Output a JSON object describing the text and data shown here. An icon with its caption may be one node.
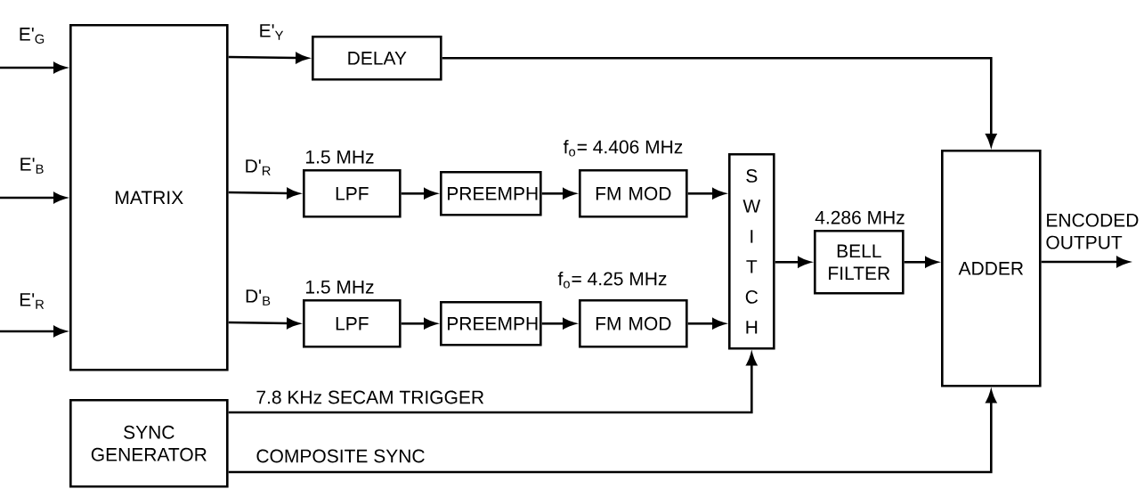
{
  "diagram": {
    "nodes": [
      {
        "text": [
          "MATRIX"
        ]
      },
      {
        "text": [
          "DELAY"
        ]
      },
      {
        "text": [
          "LPF"
        ],
        "beside": [
          "1.5 MHz"
        ]
      },
      {
        "text": [
          "PREEMPH"
        ]
      },
      {
        "text": [
          "FM MOD"
        ],
        "beside": [
          "f$_{o}$= 4.406 MHz"
        ]
      },
      {
        "text": [
          "LPF"
        ],
        "beside": [
          "1.5 MHz"
        ]
      },
      {
        "text": [
          "PREEMPH"
        ]
      },
      {
        "text": [
          "FM MOD"
        ],
        "beside": [
          "f$_{o}$= 4.25 MHz"
        ]
      },
      {
        "text": [
          "SWITCH"
        ]
      },
      {
        "text": [
          "BELL FILTER"
        ],
        "beside": [
          "4.286 MHz"
        ]
      },
      {
        "text": [
          "ADDER"
        ]
      },
      {
        "text": [
          "SYNC GENERATOR"
        ]
      }
    ],
    "edges": [
      {
        "from": null,
        "to": 0,
        "arrow": "to",
        "label": "E'$_{G}$"
      },
      {
        "from": null,
        "to": 0,
        "arrow": "to",
        "label": "E'$_{B}$"
      },
      {
        "from": null,
        "to": 0,
        "arrow": "to",
        "label": "E'$_{R}$"
      },
      {
        "from": 0,
        "to": 1,
        "arrow": "to",
        "label": "E'$_{Y}$"
      },
      {
        "from": 1,
        "to": 10,
        "arrow": "to"
      },
      {
        "from": 0,
        "to": 2,
        "arrow": "to",
        "label": "D'$_{R}$"
      },
      {
        "from": 2,
        "to": 3,
        "arrow": "to"
      },
      {
        "from": 3,
        "to": 4,
        "arrow": "to"
      },
      {
        "from": 4,
        "to": 8,
        "arrow": "to"
      },
      {
        "from": 0,
        "to": 5,
        "arrow": "to",
        "label": "D'$_{B}$"
      },
      {
        "from": 5,
        "to": 6,
        "arrow": "to"
      },
      {
        "from": 6,
        "to": 7,
        "arrow": "to"
      },
      {
        "from": 7,
        "to": 8,
        "arrow": "to"
      },
      {
        "from": 8,
        "to": 9,
        "arrow": "to"
      },
      {
        "from": 9,
        "to": 10,
        "arrow": "to"
      },
      {
        "from": 10,
        "to": null,
        "arrow": "to",
        "label": "ENCODED OUTPUT"
      },
      {
        "from": 11,
        "to": 8,
        "arrow": "to",
        "label": "7.8 KHz SECAM TRIGGER"
      },
      {
        "from": 11,
        "to": 10,
        "arrow": "to",
        "label": "COMPOSITE SYNC"
      }
    ]
  }
}
